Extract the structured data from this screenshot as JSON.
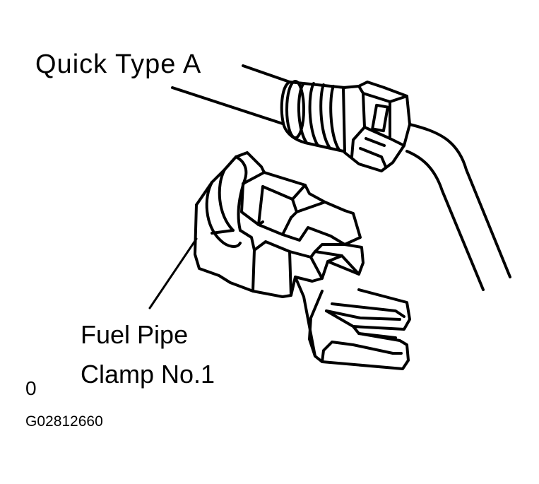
{
  "labels": {
    "quick_type": "Quick Type A",
    "clamp_line1": "Fuel Pipe",
    "clamp_line2": "Clamp No.1"
  },
  "figure": {
    "mark": "0",
    "code": "G02812660"
  },
  "colors": {
    "ink": "#000000",
    "paper": "#ffffff"
  }
}
